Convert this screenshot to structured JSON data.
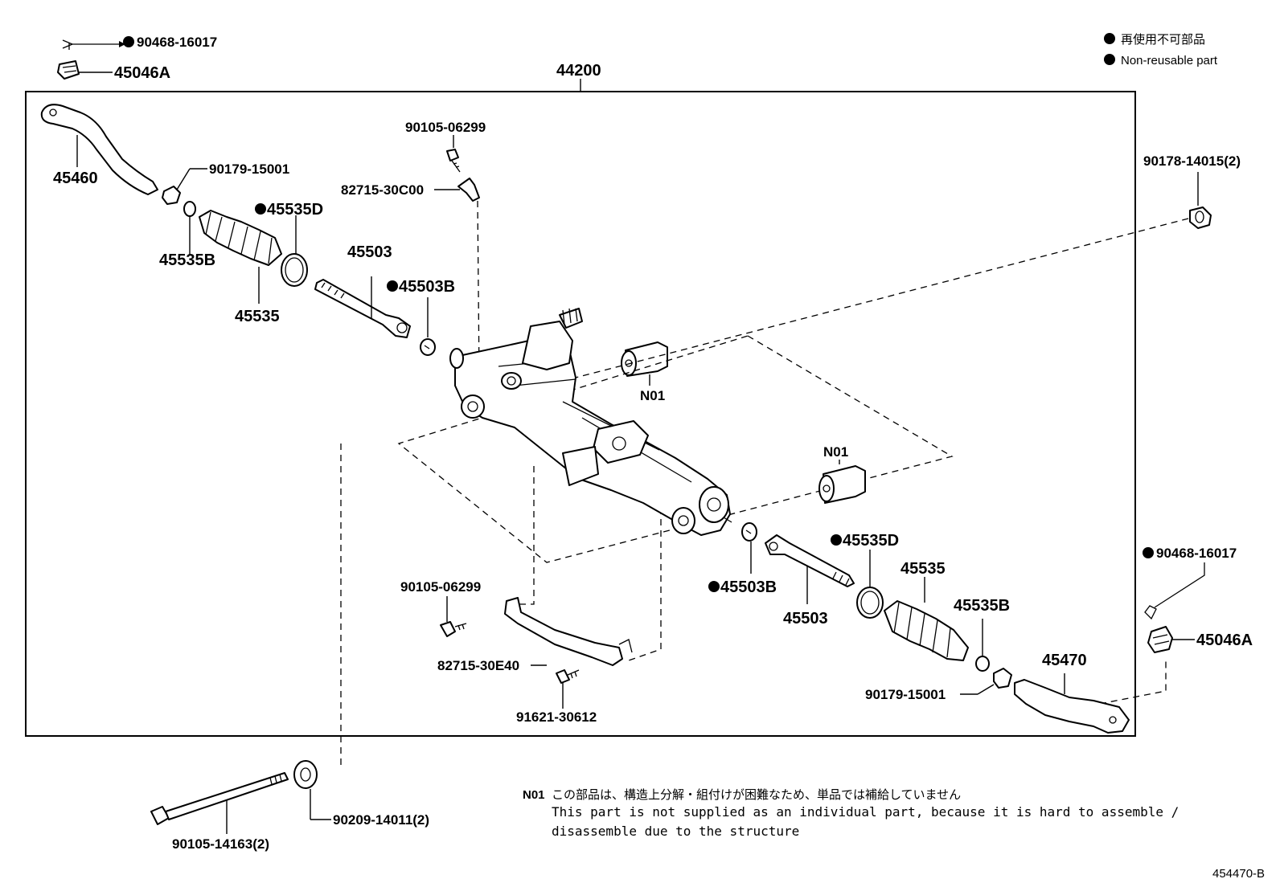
{
  "legend": {
    "jp": "再使用不可部品",
    "en": "Non-reusable part"
  },
  "assembly_label": "44200",
  "labels": {
    "p90468_top": "90468-16017",
    "p45046A_top": "45046A",
    "p45460": "45460",
    "p90179_top": "90179-15001",
    "p45535D_top": "45535D",
    "p45535B_top": "45535B",
    "p45535_top": "45535",
    "p45503_top": "45503",
    "p45503B_top": "45503B",
    "p90105_top": "90105-06299",
    "p82715_30C00": "82715-30C00",
    "n01_top": "N01",
    "n01_mid": "N01",
    "p90178": "90178-14015(2)",
    "p90468_right": "90468-16017",
    "p45046A_right": "45046A",
    "p45535D_bot": "45535D",
    "p45535_bot": "45535",
    "p45535B_bot": "45535B",
    "p45503B_bot": "45503B",
    "p45503_bot": "45503",
    "p45470": "45470",
    "p90179_bot": "90179-15001",
    "p90105_mid": "90105-06299",
    "p82715_30E40": "82715-30E40",
    "p91621": "91621-30612",
    "p90105_14163": "90105-14163(2)",
    "p90209": "90209-14011(2)"
  },
  "note": {
    "tag": "N01",
    "jp": "この部品は、構造上分解・組付けが困難なため、単品では補給していません",
    "en_line1": "This part is not supplied as an individual part, because it is hard to assemble /",
    "en_line2": "disassemble due to the structure"
  },
  "figure_code": "454470-B"
}
